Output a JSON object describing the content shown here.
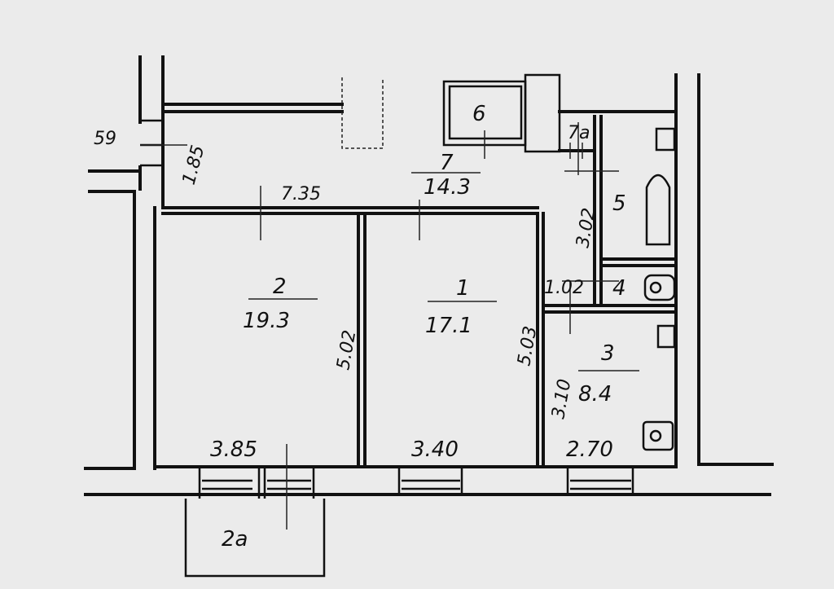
{
  "title": "Apartment floor plan",
  "rooms": [
    {
      "id": "1",
      "area": "17.1"
    },
    {
      "id": "2",
      "area": "19.3"
    },
    {
      "id": "2a"
    },
    {
      "id": "3",
      "area": "8.4"
    },
    {
      "id": "4"
    },
    {
      "id": "5"
    },
    {
      "id": "6"
    },
    {
      "id": "7",
      "area": "14.3"
    },
    {
      "id": "7a"
    }
  ],
  "dimensions": {
    "wall_thickness": "59",
    "corridor_width": "1.85",
    "corridor_length": "7.35",
    "bath_length": "3.02",
    "room2_length": "5.02",
    "room1_length": "5.03",
    "wc_width": "1.02",
    "kitchen_length": "3.10",
    "room2_width": "3.85",
    "room1_width": "3.40",
    "kitchen_width": "2.70"
  }
}
